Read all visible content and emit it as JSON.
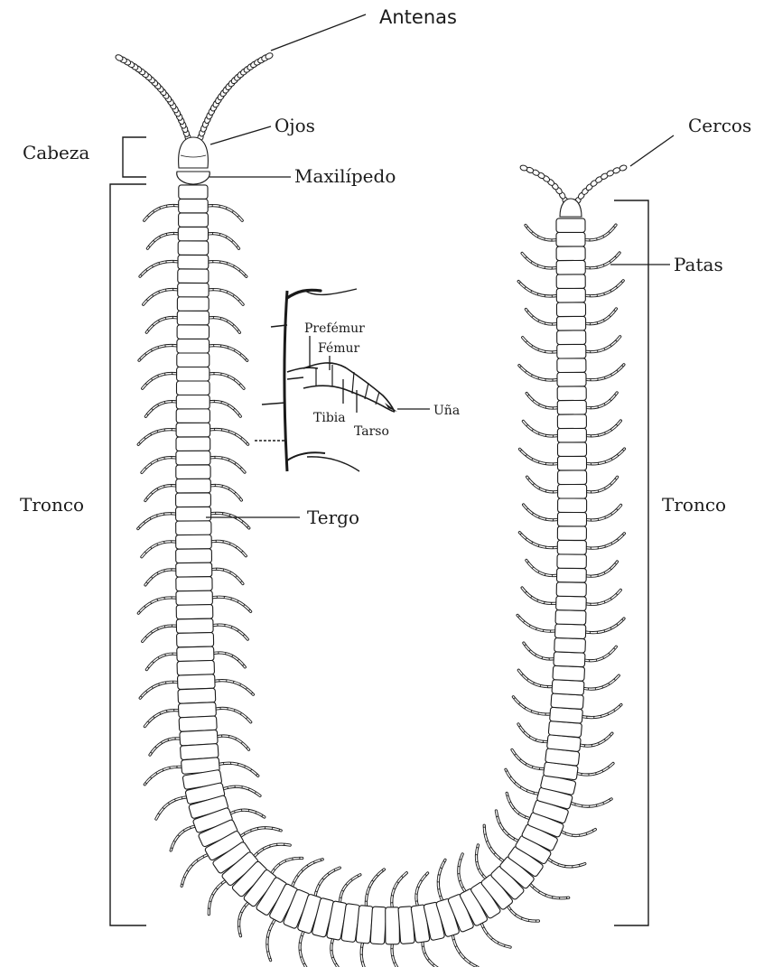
{
  "labels": {
    "antenas": "Antenas",
    "ojos": "Ojos",
    "cabeza": "Cabeza",
    "maxilipedo": "Maxilípedo",
    "cercos": "Cercos",
    "patas": "Patas",
    "tronco_left": "Tronco",
    "tronco_right": "Tronco",
    "tergo": "Tergo",
    "prefemur": "Prefémur",
    "femur": "Fémur",
    "tibia": "Tibia",
    "tarso": "Tarso",
    "una": "Uña"
  }
}
